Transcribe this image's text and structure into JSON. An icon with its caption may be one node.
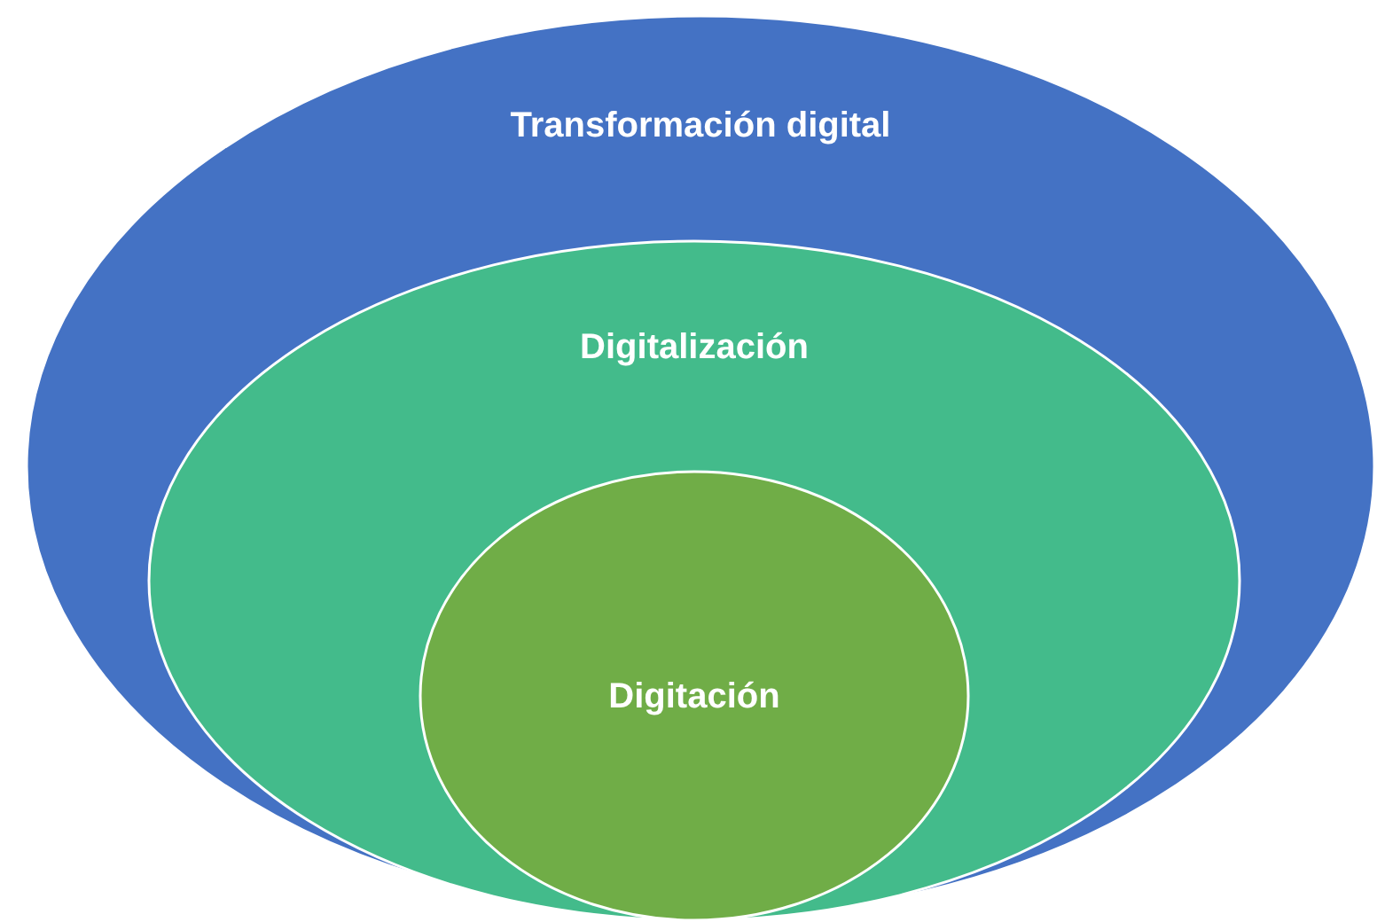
{
  "diagram": {
    "nodes": [
      {
        "text": [
          "Transformación digital"
        ]
      },
      {
        "text": [
          "Digitalización"
        ],
        "in": 0
      },
      {
        "text": [
          "Digitación"
        ],
        "in": 1
      }
    ]
  }
}
